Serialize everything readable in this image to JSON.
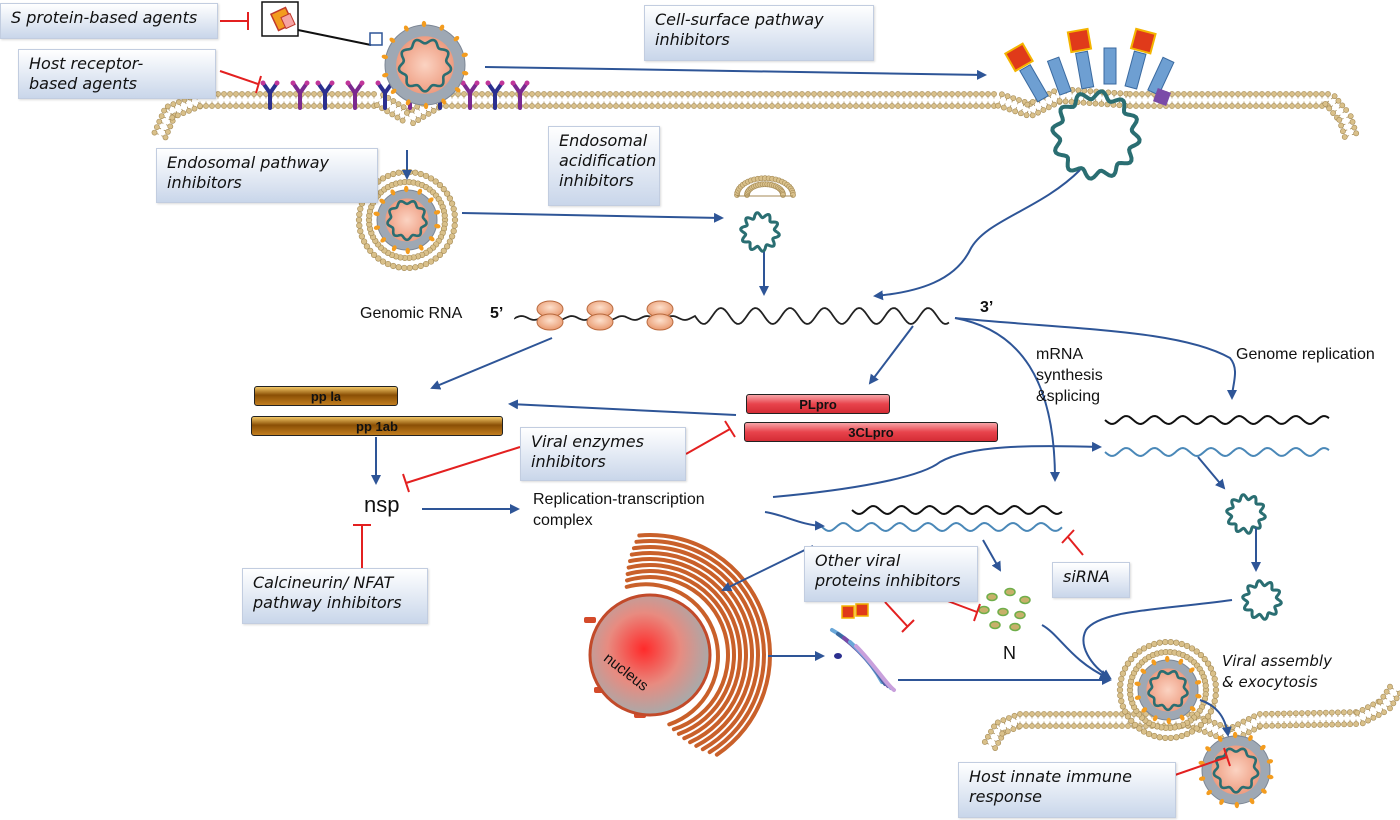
{
  "callouts": {
    "s_protein": "S protein-based agents",
    "host_receptor": "Host receptor-\nbased agents",
    "cell_surface": "Cell-surface pathway\ninhibitors",
    "endosomal_pathway": "Endosomal pathway\ninhibitors",
    "endosomal_acid": "Endosomal\nacidification\ninhibitors",
    "viral_enzymes": "Viral enzymes\ninhibitors",
    "calcineurin": "Calcineurin/ NFAT\npathway inhibitors",
    "other_viral": "Other viral\nproteins inhibitors",
    "sirna": "siRNA",
    "innate": "Host innate immune\nresponse"
  },
  "labels": {
    "genomic_rna": "Genomic RNA",
    "five_prime": "5’",
    "three_prime": "3’",
    "mrna": "mRNA\nsynthesis\n&splicing",
    "genome_replication": "Genome replication",
    "nsp": "nsp",
    "rtc": "Replication-transcription\ncomplex",
    "n_protein": "N",
    "nucleus": "nucleus",
    "assembly": "Viral assembly\n& exocytosis"
  },
  "bars": {
    "pp1a": "pp la",
    "pp1ab": "pp  1ab",
    "plpro": "PLpro",
    "clpro": "3CLpro"
  },
  "colors": {
    "arrow": "#2e5597",
    "inhibit": "#e32020",
    "membrane_head": "#d9c08a",
    "virion_core": "#f4b09a",
    "rna_green": "#2a6e72",
    "spike_orange": "#f39c1f"
  }
}
